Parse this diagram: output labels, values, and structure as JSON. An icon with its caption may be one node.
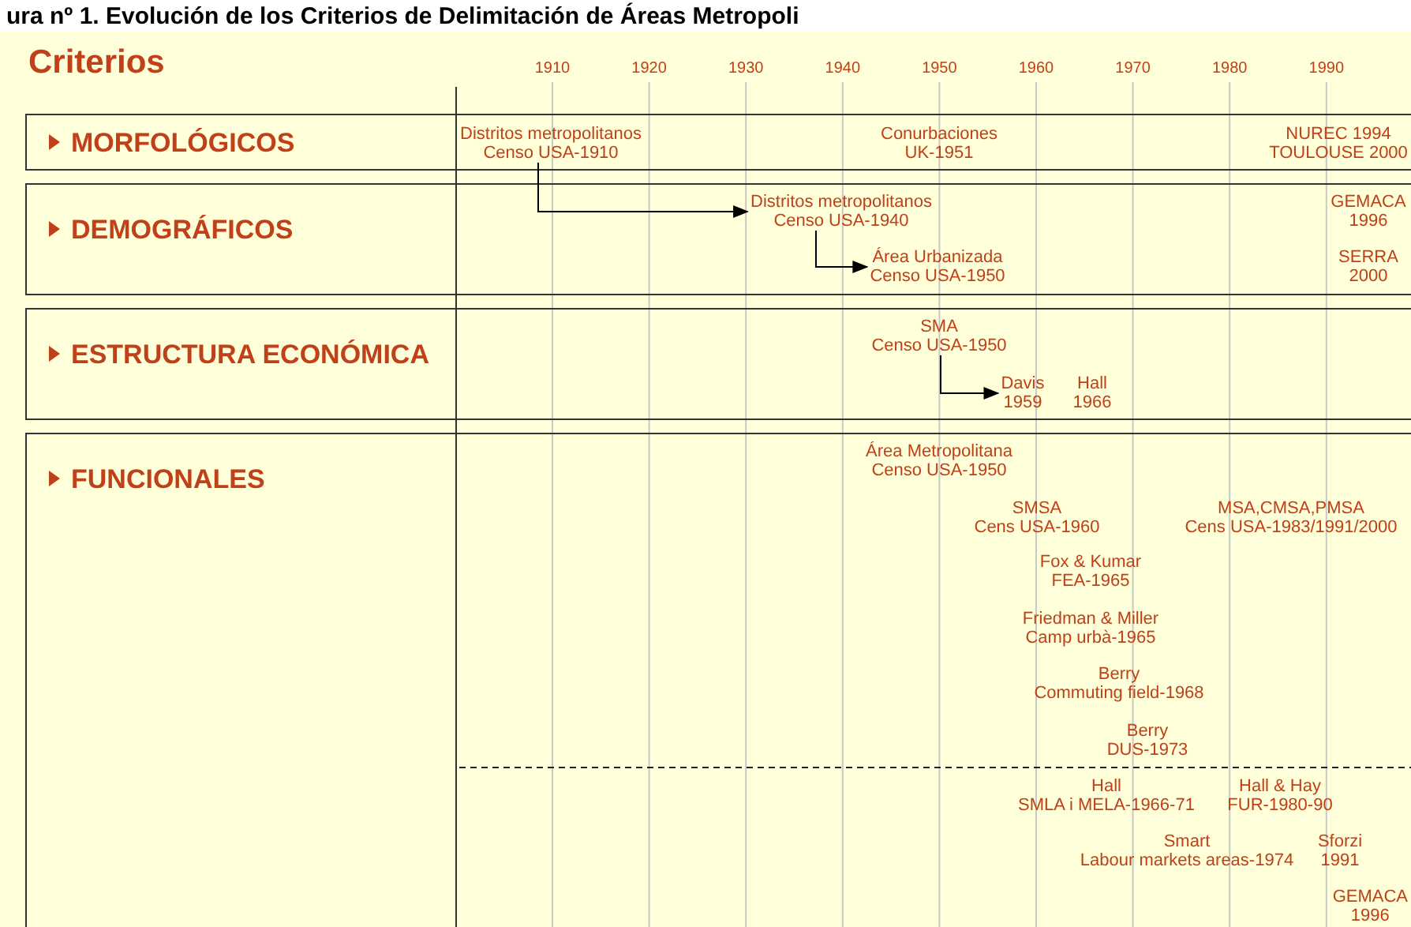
{
  "diagram": {
    "title": "ura nº 1. Evolución de los Criterios de Delimitación de Áreas Metropoli",
    "nodes": [
      {
        "text": [
          "MORFOLÓGICOS"
        ]
      },
      {
        "text": [
          "Distritos metropolitanos",
          "Censo USA-1910"
        ],
        "in": 0
      },
      {
        "text": [
          "Conurbaciones",
          "UK-1951"
        ],
        "in": 0
      },
      {
        "text": [
          "NUREC 1994",
          "TOULOUSE 2000"
        ],
        "in": 0
      },
      {
        "text": [
          "DEMOGRÁFICOS"
        ]
      },
      {
        "text": [
          "Distritos metropolitanos",
          "Censo USA-1940"
        ],
        "in": 4
      },
      {
        "text": [
          "GEMACA",
          "1996"
        ],
        "in": 4
      },
      {
        "text": [
          "Área Urbanizada",
          "Censo USA-1950"
        ],
        "in": 4
      },
      {
        "text": [
          "SERRA",
          "2000"
        ],
        "in": 4
      },
      {
        "text": [
          "ESTRUCTURA ECONÓMICA"
        ]
      },
      {
        "text": [
          "SMA",
          "Censo USA-1950"
        ],
        "in": 9
      },
      {
        "text": [
          "Davis",
          "1959"
        ],
        "in": 9
      },
      {
        "text": [
          "Hall",
          "1966"
        ],
        "in": 9
      },
      {
        "text": [
          "FUNCIONALES"
        ]
      },
      {
        "text": [
          "Área Metropolitana",
          "Censo USA-1950"
        ],
        "in": 13
      },
      {
        "text": [
          "SMSA",
          "Cens USA-1960"
        ],
        "in": 13
      },
      {
        "text": [
          "MSA,CMSA,PMSA",
          "Cens USA-1983/1991/2000"
        ],
        "in": 13
      },
      {
        "text": [
          "Fox & Kumar",
          "FEA-1965"
        ],
        "in": 13
      },
      {
        "text": [
          "Friedman & Miller",
          "Camp urbà-1965"
        ],
        "in": 13
      },
      {
        "text": [
          "Berry",
          "Commuting field-1968"
        ],
        "in": 13
      },
      {
        "text": [
          "Berry",
          "DUS-1973"
        ],
        "in": 13
      },
      {
        "text": [
          "Hall",
          "SMLA i MELA-1966-71"
        ],
        "in": 13
      },
      {
        "text": [
          "Hall & Hay",
          "FUR-1980-90"
        ],
        "in": 13
      },
      {
        "text": [
          "Smart",
          "Labour markets areas-1974"
        ],
        "in": 13
      },
      {
        "text": [
          "Sforzi",
          "1991"
        ],
        "in": 13
      },
      {
        "text": [
          "GEMACA",
          "1996"
        ],
        "in": 13
      }
    ],
    "edges": [
      {
        "from": 1,
        "to": 5,
        "arrow": "to"
      },
      {
        "from": 5,
        "to": 7,
        "arrow": "to"
      },
      {
        "from": 10,
        "to": 11,
        "arrow": "to"
      }
    ],
    "labels": [
      "Criterios",
      "1910",
      "1920",
      "1930",
      "1940",
      "1950",
      "1960",
      "1970",
      "1980",
      "1990"
    ]
  }
}
